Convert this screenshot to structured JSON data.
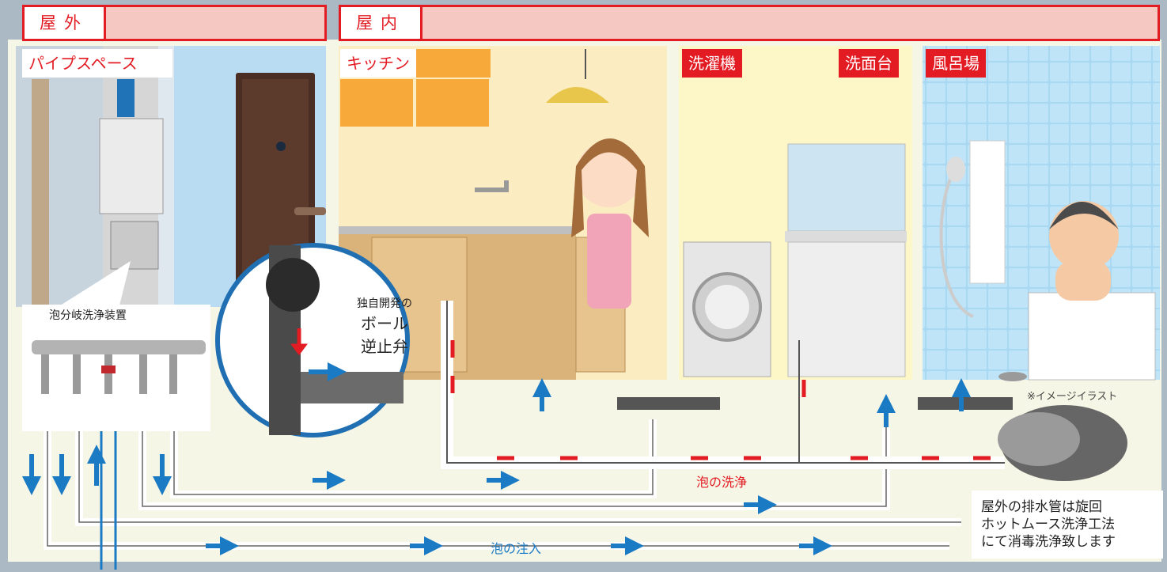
{
  "headers": {
    "outside": "屋外",
    "inside": "屋内"
  },
  "rooms": {
    "pipe_space": "パイプスペース",
    "kitchen": "キッチン",
    "washing_machine": "洗濯機",
    "washbasin": "洗面台",
    "bathroom": "風呂場"
  },
  "device_label": "泡分岐洗浄装置",
  "valve_callout": {
    "line1": "独自開発の",
    "line2": "ボール",
    "line3": "逆止弁"
  },
  "flow_labels": {
    "foam_cleaning": "泡の洗浄",
    "foam_injection": "泡の注入"
  },
  "image_note": "※イメージイラスト",
  "outdoor_note": [
    "屋外の排水管は旋回",
    "ホットムース洗浄工法",
    "にて消毒洗浄致します"
  ],
  "colors": {
    "frame_red": "#e31b23",
    "header_pink": "#f5c9c2",
    "flow_blue": "#1a7ac4",
    "pipe_bg": "#f6f6e6"
  },
  "icons": [
    "blue-arrow-icon",
    "red-arrow-icon",
    "ball-check-valve-icon",
    "manifold-icon",
    "drain-cover-icon"
  ]
}
